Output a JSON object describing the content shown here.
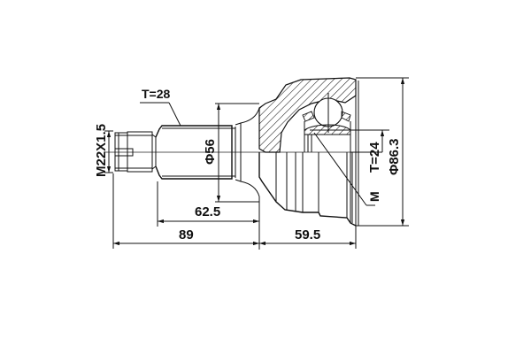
{
  "drawing": {
    "subject": "CV joint outer (side view technical drawing)",
    "labels": {
      "thread": "M22X1.5",
      "shaft_spline": "T=28",
      "shaft_diameter": "Φ56",
      "inner_spline": "T=24",
      "outer_diameter": "Φ86.3",
      "marker": "M"
    },
    "dimensions": {
      "shaft_length": "62.5",
      "total_shaft_length": "89",
      "housing_length": "59.5"
    },
    "colors": {
      "line": "#111111",
      "background": "#ffffff"
    }
  }
}
